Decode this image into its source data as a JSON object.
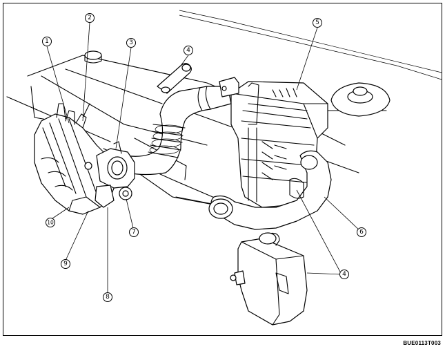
{
  "diagram": {
    "callouts": [
      {
        "id": "c1",
        "label": "1"
      },
      {
        "id": "c2",
        "label": "2"
      },
      {
        "id": "c3",
        "label": "3"
      },
      {
        "id": "c4a",
        "label": "4"
      },
      {
        "id": "c5",
        "label": "5"
      },
      {
        "id": "c6",
        "label": "6"
      },
      {
        "id": "c7",
        "label": "7"
      },
      {
        "id": "c8",
        "label": "8"
      },
      {
        "id": "c9",
        "label": "9"
      },
      {
        "id": "c10",
        "label": "10"
      },
      {
        "id": "c4b",
        "label": "4"
      }
    ],
    "reference_code": "BUE0113T003"
  }
}
